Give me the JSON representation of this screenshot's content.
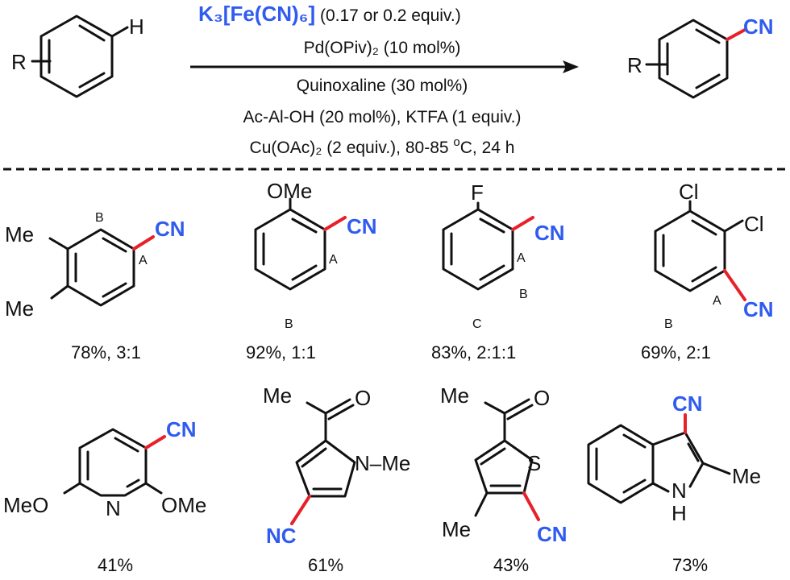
{
  "colors": {
    "reagent_blue": "#2f5bf0",
    "new_bond_red": "#e8202a",
    "ink": "#111111"
  },
  "scheme": {
    "reactant": {
      "r_label": "R",
      "h_label": "H"
    },
    "product": {
      "r_label": "R",
      "cn_label": "CN"
    },
    "conditions": {
      "reagent_main": "K₃[Fe(CN)₆]",
      "reagent_amount": " (0.17 or 0.2 equiv.)",
      "line2": "Pd(OPiv)₂ (10 mol%)",
      "line3": "Quinoxaline (30 mol%)",
      "line4": "Ac-Al-OH (20 mol%), KTFA (1 equiv.)",
      "line5_a": "Cu(OAc)₂ (2 equiv.), 80-85 ",
      "line5_sup": "o",
      "line5_b": "C, 24 h"
    }
  },
  "products": [
    {
      "id": "p1",
      "labels": {
        "me1": "Me",
        "me2": "Me",
        "cn": "CN",
        "a": "A",
        "b": "B"
      },
      "yield": "78%, 3:1"
    },
    {
      "id": "p2",
      "labels": {
        "ome": "OMe",
        "cn": "CN",
        "a": "A",
        "b": "B"
      },
      "yield": "92%, 1:1"
    },
    {
      "id": "p3",
      "labels": {
        "f": "F",
        "cn": "CN",
        "a": "A",
        "b": "B",
        "c": "C"
      },
      "yield": "83%, 2:1:1"
    },
    {
      "id": "p4",
      "labels": {
        "cl1": "Cl",
        "cl2": "Cl",
        "cn": "CN",
        "a": "A",
        "b": "B"
      },
      "yield": "69%, 2:1"
    },
    {
      "id": "p5",
      "labels": {
        "cn": "CN",
        "meo": "MeO",
        "n": "N",
        "ome": "OMe"
      },
      "yield": "41%"
    },
    {
      "id": "p6",
      "labels": {
        "me": "Me",
        "o": "O",
        "nme": "N–Me",
        "nc": "NC"
      },
      "yield": "61%"
    },
    {
      "id": "p7",
      "labels": {
        "me": "Me",
        "o": "O",
        "s": "S",
        "me2": "Me",
        "cn": "CN"
      },
      "yield": "43%"
    },
    {
      "id": "p8",
      "labels": {
        "cn": "CN",
        "me": "Me",
        "nh_n": "N",
        "nh_h": "H"
      },
      "yield": "73%"
    }
  ]
}
